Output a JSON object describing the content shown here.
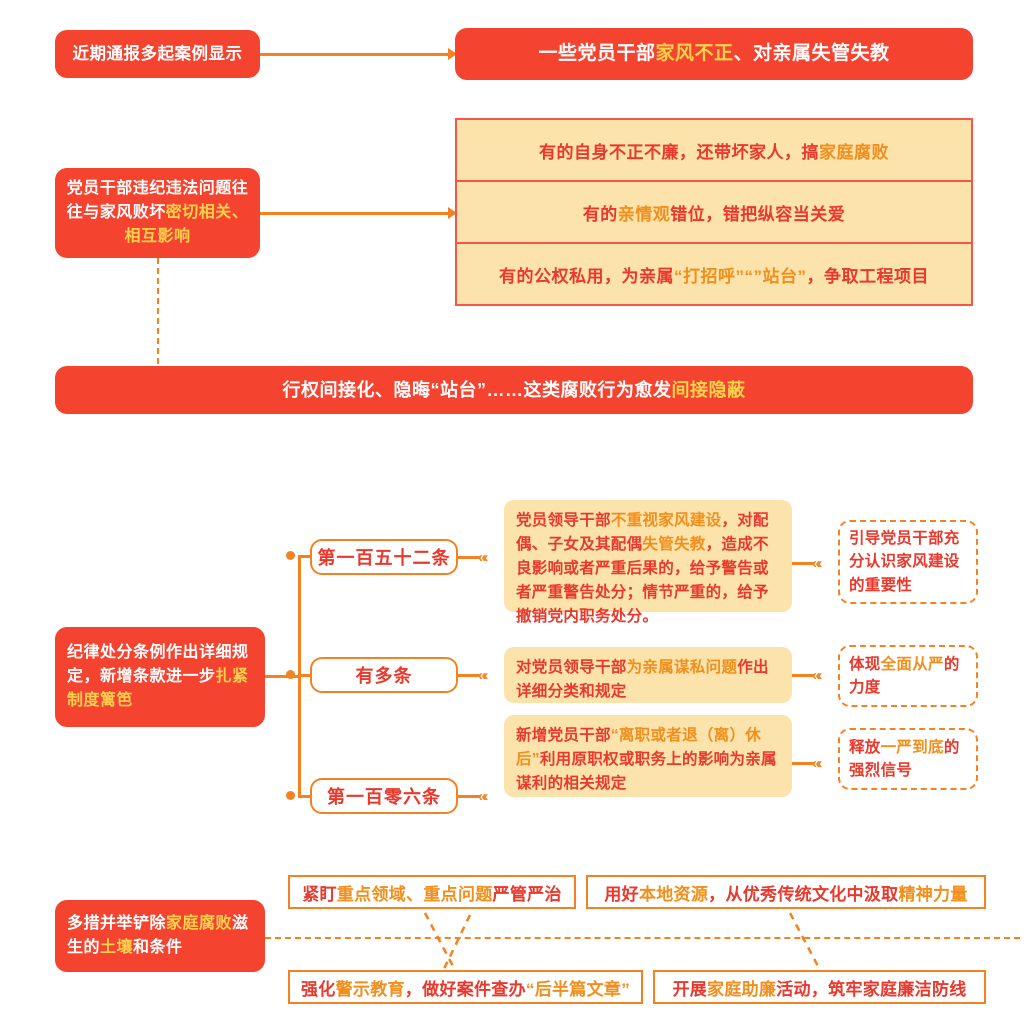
{
  "section1": {
    "source_label": "近期通报多起案例显示",
    "banner": {
      "p1": "一些党员干部",
      "p2": "家风不正",
      "p3": "、对亲属失管失教"
    }
  },
  "section2": {
    "left_box": {
      "p1": "党员干部违纪违法问题",
      "p2": "往往与家风败坏",
      "p3": "密切相关、相互影响"
    },
    "rows": [
      {
        "p1": "有的自身不正不廉，还带坏家人，搞",
        "p2": "家庭腐败",
        "p3": ""
      },
      {
        "p1": "有的",
        "p2": "亲情观",
        "p3": "错位，错把纵容当关爱"
      },
      {
        "p1": "有的公权私用，为亲属",
        "p2": "“打招呼”“”站台”",
        "p3": "，争取工程项目"
      }
    ],
    "bottom_banner": {
      "p1": "行权间接化、隐晦“站台”……这类腐败行为愈发",
      "p2": "间接隐蔽"
    }
  },
  "section3": {
    "left_box": {
      "p1": "纪律处分条例作出详细规定，新增条款进一步",
      "p2": "扎紧制度篱笆"
    },
    "branches": [
      {
        "pill": "第一百五十二条",
        "detail": {
          "p1": "党员领导干部",
          "p2": "不重视家风建设",
          "p3": "，对配偶、子女及其配偶",
          "p4": "失管失教",
          "p5": "，造成不良影响或者严重后果的，给予警告或者严重警告处分；情节严重的，给予撤销党内职务处分。"
        },
        "outcome": "引导党员干部充分认识家风建设的重要性"
      },
      {
        "pill": "有多条",
        "detail": {
          "p1": "对党员领导干部",
          "p2": "为亲属谋私问题",
          "p3": "作出详细分类和规定",
          "p4": "",
          "p5": ""
        },
        "outcome_p1": "体现",
        "outcome_p2": "全面从严",
        "outcome_p3": "的力度"
      },
      {
        "pill": "第一百零六条",
        "detail": {
          "p1": "新增党员干部",
          "p2": "“离职或者退（离）休后”",
          "p3": "利用原职权或职务上的影响为亲属谋利的相关规定",
          "p4": "",
          "p5": ""
        },
        "outcome_p1": "释放",
        "outcome_p2": "一严到底",
        "outcome_p3": "的强烈信号"
      }
    ]
  },
  "section4": {
    "left_box": {
      "p1": "多措并举铲除",
      "p2": "家庭腐败",
      "p3": "滋生的",
      "p4": "土壤",
      "p5": "和条件"
    },
    "measures": [
      {
        "p1": "紧盯",
        "p2": "重点领域、重点问题",
        "p3": "严管严治"
      },
      {
        "p1": "用好",
        "p2": "本地资源",
        "p3": "，从优秀传统文化中汲取",
        "p4": "精神力量"
      },
      {
        "p1": "强化",
        "p2": "警示教育",
        "p3": "，做好案件查办",
        "p4": "“后半篇文章”"
      },
      {
        "p1": "开展",
        "p2": "家庭助廉",
        "p3": "活动，筑牢家庭廉洁防线"
      }
    ]
  },
  "colors": {
    "red": "#f4432f",
    "orange": "#f58220",
    "yellow_fill": "#fbe3ab",
    "highlight_yellow": "#ffd24d",
    "text_red": "#e8392c"
  }
}
